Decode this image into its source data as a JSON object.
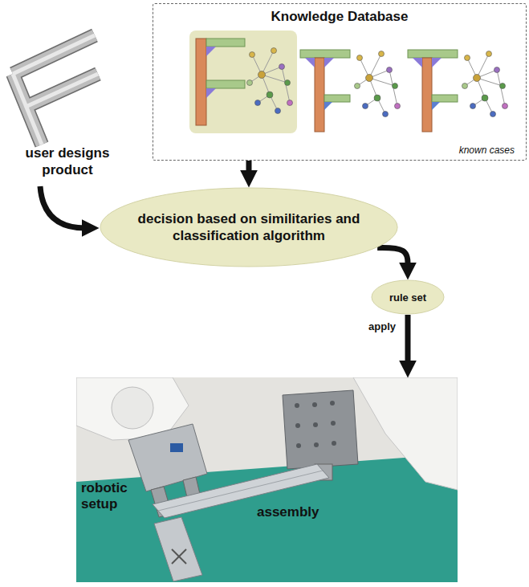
{
  "diagram": {
    "nodes": [
      {
        "text": [
          "Knowledge Database",
          "known cases"
        ]
      },
      {
        "text": [
          "decision based on similitaries and classification algorithm"
        ]
      },
      {
        "text": [
          "rule set"
        ]
      },
      {
        "text": [
          "robotic setup",
          "assembly"
        ]
      }
    ],
    "edges": [
      {
        "from": 0,
        "to": 1,
        "arrow": "to"
      },
      {
        "from": 1,
        "to": 2,
        "arrow": "to"
      },
      {
        "from": 2,
        "to": 3,
        "arrow": "to",
        "label": "apply"
      }
    ],
    "labels": [
      "user designs product"
    ]
  }
}
